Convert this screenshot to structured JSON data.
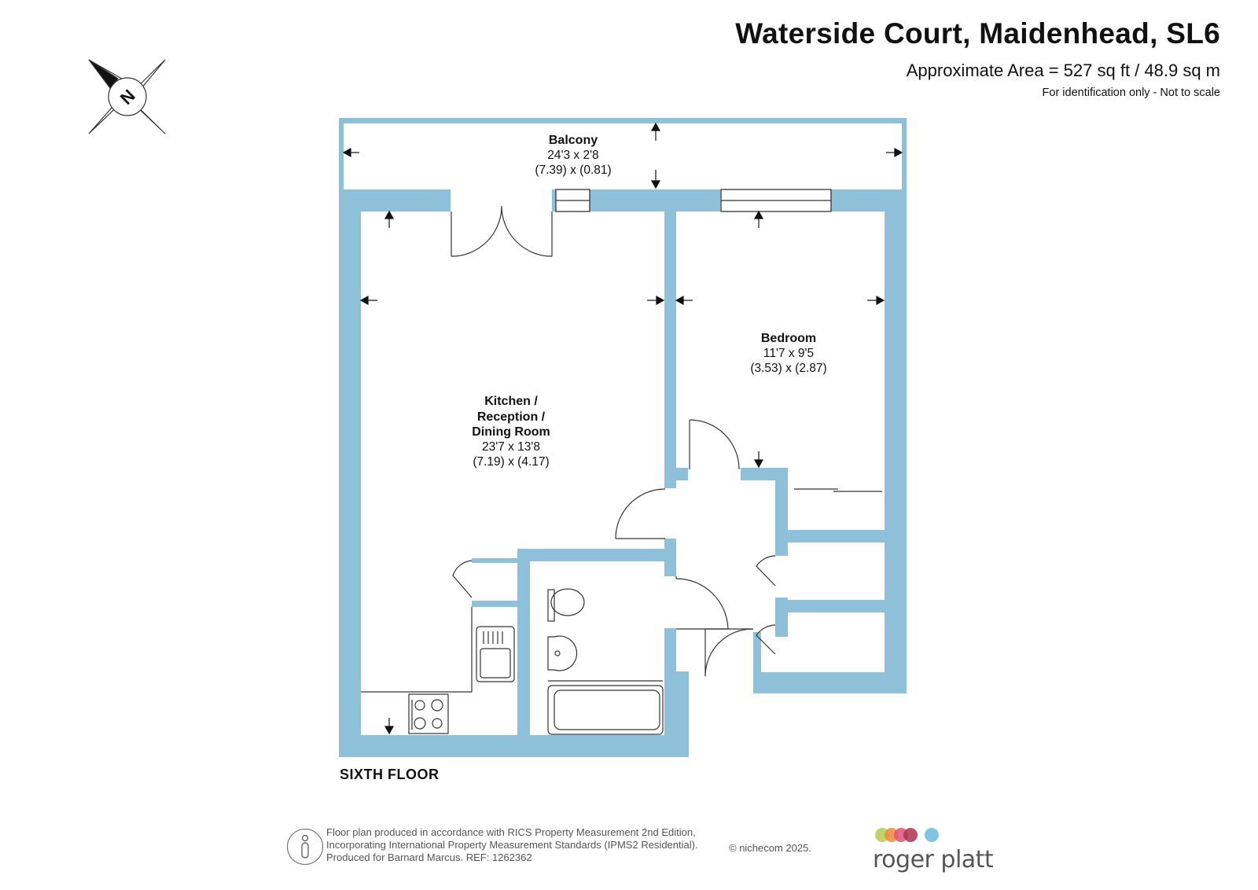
{
  "header": {
    "title": "Waterside Court, Maidenhead, SL6",
    "area": "Approximate Area = 527 sq ft / 48.9 sq m",
    "note": "For identification only - Not to scale"
  },
  "compass": {
    "letter": "N"
  },
  "colors": {
    "wall": "#8ec1d9",
    "line": "#333333",
    "text": "#111111"
  },
  "rooms": {
    "balcony": {
      "name": "Balcony",
      "imperial": "24'3 x 2'8",
      "metric": "(7.39) x (0.81)"
    },
    "kitchen": {
      "name_lines": [
        "Kitchen /",
        "Reception /",
        "Dining Room"
      ],
      "imperial": "23'7 x 13'8",
      "metric": "(7.19) x (4.17)"
    },
    "bedroom": {
      "name": "Bedroom",
      "imperial": "11'7 x 9'5",
      "metric": "(3.53) x (2.87)"
    }
  },
  "floor_label": "SIXTH FLOOR",
  "footer": {
    "lines": [
      "Floor plan produced in accordance with RICS Property Measurement 2nd Edition,",
      "Incorporating International Property Measurement Standards (IPMS2 Residential).",
      "Produced for Barnard Marcus.   REF: 1262362"
    ],
    "copyright": "© nichecom 2025."
  },
  "logo": {
    "text": "roger platt",
    "dot_colors": [
      "#c2d26b",
      "#f08a3c",
      "#e0527a",
      "#a8344f",
      "#7fc5df"
    ]
  }
}
